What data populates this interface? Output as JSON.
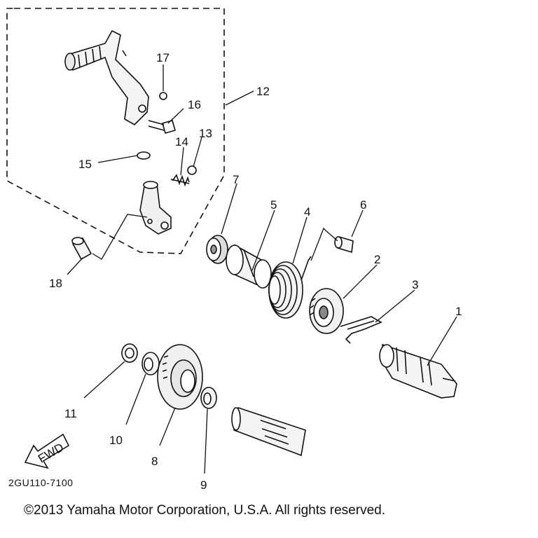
{
  "labels": {
    "p1": "1",
    "p2": "2",
    "p3": "3",
    "p4": "4",
    "p5": "5",
    "p6": "6",
    "p7": "7",
    "p8": "8",
    "p9": "9",
    "p10": "10",
    "p11": "11",
    "p12": "12",
    "p13": "13",
    "p14": "14",
    "p15": "15",
    "p16": "16",
    "p17": "17",
    "p18": "18"
  },
  "fwd": "FWD",
  "drawing_code": "2GU110-7100",
  "copyright": "©2013 Yamaha Motor Corporation, U.S.A. All rights reserved."
}
